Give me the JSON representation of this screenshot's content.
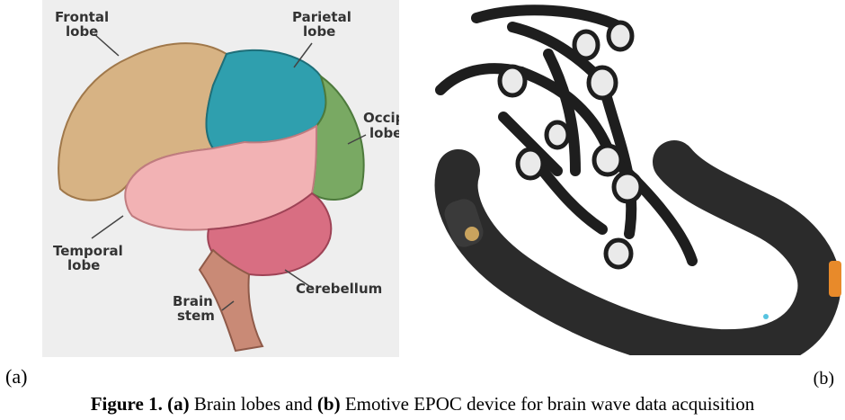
{
  "figure": {
    "panel_a": {
      "tag": "(a)",
      "labels": {
        "frontal_1": "Frontal",
        "frontal_2": "lobe",
        "parietal_1": "Parietal",
        "parietal_2": "lobe",
        "occipital_1": "Occipital",
        "occipital_2": "lobe",
        "temporal_1": "Temporal",
        "temporal_2": "lobe",
        "cerebellum": "Cerebellum",
        "brainstem_1": "Brain",
        "brainstem_2": "stem"
      },
      "colors": {
        "frontal": "#d7b384",
        "parietal": "#2f9fae",
        "occipital": "#79a963",
        "temporal": "#f2b2b4",
        "cerebellum": "#d86e82",
        "brainstem": "#c98a76"
      }
    },
    "panel_b": {
      "tag": "(b)",
      "colors": {
        "band": "#2b2b2b",
        "sensor": "#eaeaea",
        "accent": "#e88a2a"
      }
    },
    "caption": {
      "prefix": "Figure 1.",
      "a_tag": "(a)",
      "a_text": " Brain lobes and ",
      "b_tag": "(b)",
      "b_text": " Emotive EPOC device for brain wave data acquisition"
    }
  }
}
